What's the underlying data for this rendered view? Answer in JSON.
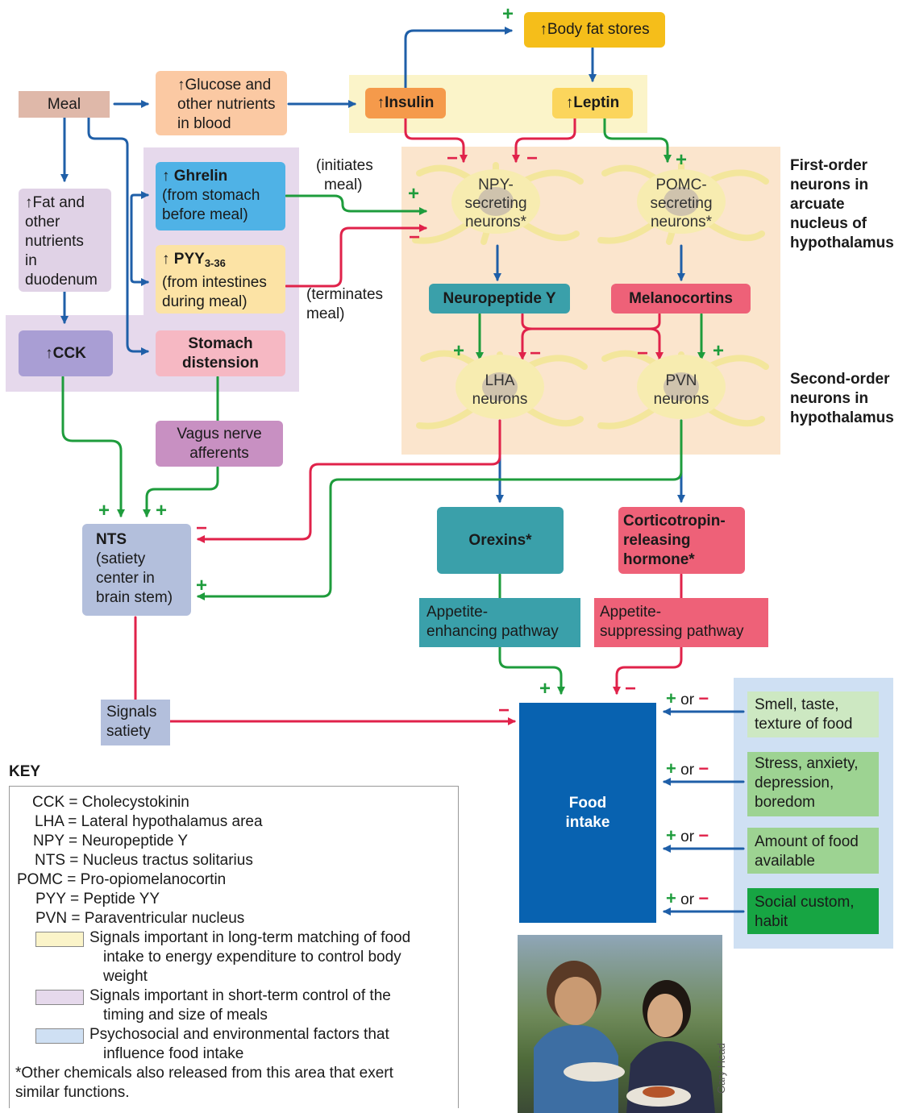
{
  "meal": "Meal",
  "glucose": [
    "↑Glucose and",
    "other nutrients",
    "in blood"
  ],
  "body_fat": "↑Body fat stores",
  "insulin": "↑Insulin",
  "leptin": "↑Leptin",
  "fat_duodenum": [
    "↑Fat and",
    "other",
    "nutrients",
    "in",
    "duodenum"
  ],
  "ghrelin": {
    "title": "↑ Ghrelin",
    "lines": [
      "(from stomach",
      "before meal)"
    ]
  },
  "pyy": {
    "prefix": "↑ PYY",
    "sub": "3-36",
    "lines": [
      "(from intestines",
      "during meal)"
    ]
  },
  "cck": "↑CCK",
  "stomach": [
    "Stomach",
    "distension"
  ],
  "initiates": [
    "(initiates",
    "meal)"
  ],
  "terminates": [
    "(terminates",
    "meal)"
  ],
  "npy_neurons": [
    "NPY-",
    "secreting",
    "neurons*"
  ],
  "pomc_neurons": [
    "POMC-",
    "secreting",
    "neurons*"
  ],
  "first_order": [
    "First-order",
    "neurons in",
    "arcuate",
    "nucleus of",
    "hypothalamus"
  ],
  "second_order": [
    "Second-order",
    "neurons in",
    "hypothalamus"
  ],
  "neuropeptide_y": "Neuropeptide Y",
  "melanocortins": "Melanocortins",
  "lha_neurons": [
    "LHA",
    "neurons"
  ],
  "pvn_neurons": [
    "PVN",
    "neurons"
  ],
  "vagus": [
    "Vagus nerve",
    "afferents"
  ],
  "nts": {
    "title": "NTS",
    "lines": [
      "(satiety",
      "center in",
      "brain stem)"
    ]
  },
  "orexins": "Orexins*",
  "crh": [
    "Corticotropin-",
    "releasing",
    "hormone*"
  ],
  "appetite_enhancing": [
    "Appetite-",
    "enhancing pathway"
  ],
  "appetite_suppressing": [
    "Appetite-",
    "suppressing pathway"
  ],
  "signals_satiety": [
    "Signals",
    "satiety"
  ],
  "food_intake": [
    "Food",
    "intake"
  ],
  "or_label": "or",
  "plus": "+",
  "minus": "−",
  "factors": [
    {
      "lines": [
        "Smell, taste,",
        "texture of food"
      ],
      "color": "#cde8c2"
    },
    {
      "lines": [
        "Stress, anxiety,",
        "depression,",
        "boredom"
      ],
      "color": "#9dd392"
    },
    {
      "lines": [
        "Amount of food",
        "available"
      ],
      "color": "#9dd392"
    },
    {
      "lines": [
        "Social custom,",
        "habit"
      ],
      "color": "#17a543"
    }
  ],
  "key": {
    "title": "KEY",
    "abbreviations": [
      "CCK = Cholecystokinin",
      "LHA = Lateral hypothalamus area",
      "NPY = Neuropeptide Y",
      "NTS = Nucleus tractus solitarius",
      "POMC = Pro-opiomelanocortin",
      "PYY = Peptide YY",
      "PVN = Paraventricular nucleus"
    ],
    "legend": [
      {
        "lines": [
          "Signals important in long-term matching of food",
          "intake to energy expenditure to control body",
          "weight"
        ],
        "color": "#fbf4c9"
      },
      {
        "lines": [
          "Signals important in short-term control of the",
          "timing and size of meals"
        ],
        "color": "#e6d9ec"
      },
      {
        "lines": [
          "Psychosocial and environmental factors that",
          "influence food intake"
        ],
        "color": "#cfe0f3"
      }
    ],
    "footnote": [
      "*Other chemicals also released from this area that exert",
      "similar functions."
    ]
  },
  "photo_credit": "Gary Head",
  "colors": {
    "blue_arrow": "#1f5fa8",
    "green_arrow": "#1e9c3c",
    "red_arrow": "#e0224a",
    "teal": "#3aa0aa",
    "pink": "#ee6178",
    "food_intake": "#0862b0"
  }
}
